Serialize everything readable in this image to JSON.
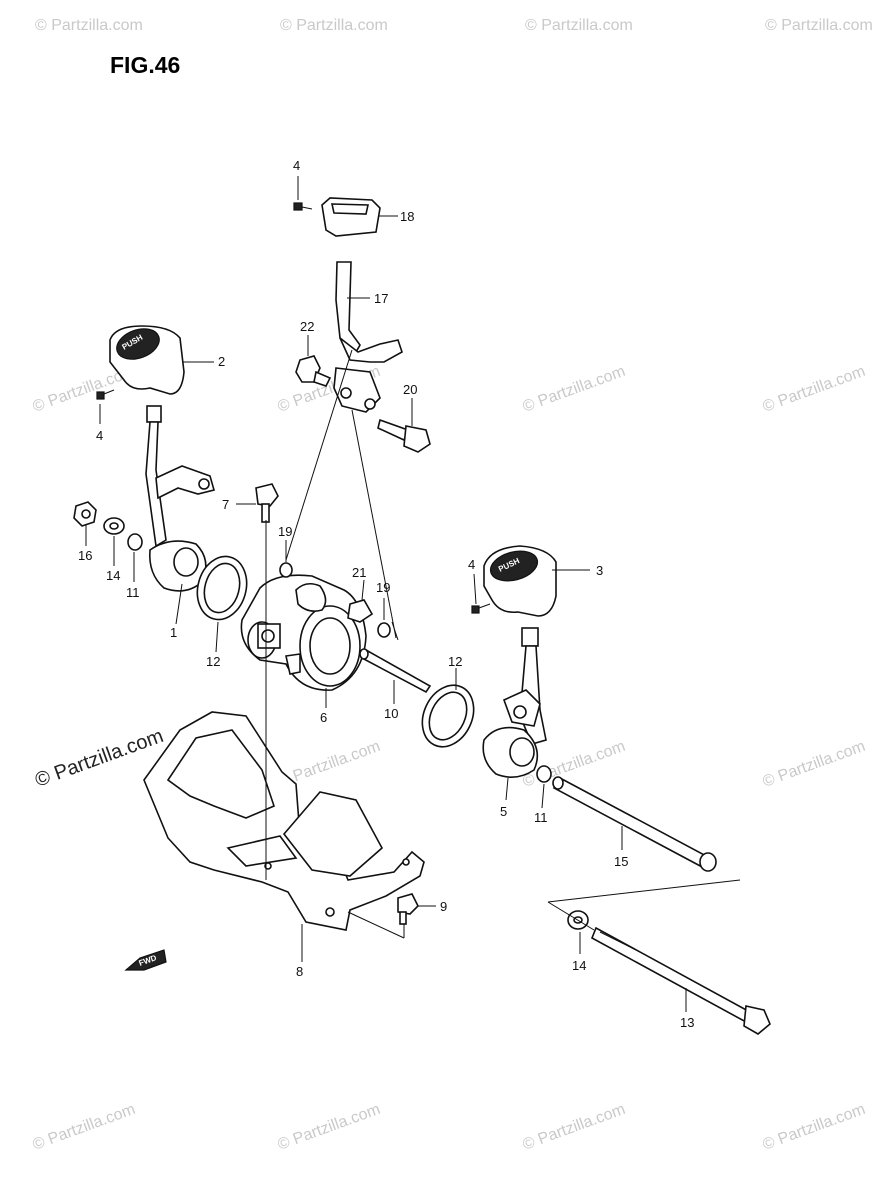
{
  "figure_title": "FIG.46",
  "watermark": {
    "text": "© Partzilla.com",
    "color": "#cccccc"
  },
  "fwd_label": "FWD",
  "knob_text": "PUSH",
  "labels": {
    "p1": "1",
    "p2": "2",
    "p3": "3",
    "p4a": "4",
    "p4b": "4",
    "p4c": "4",
    "p5": "5",
    "p6": "6",
    "p7": "7",
    "p8": "8",
    "p9": "9",
    "p10": "10",
    "p11a": "11",
    "p11b": "11",
    "p12a": "12",
    "p12b": "12",
    "p13": "13",
    "p14a": "14",
    "p14b": "14",
    "p15": "15",
    "p16": "16",
    "p17": "17",
    "p18": "18",
    "p19a": "19",
    "p19b": "19",
    "p20": "20",
    "p21": "21",
    "p22": "22"
  }
}
